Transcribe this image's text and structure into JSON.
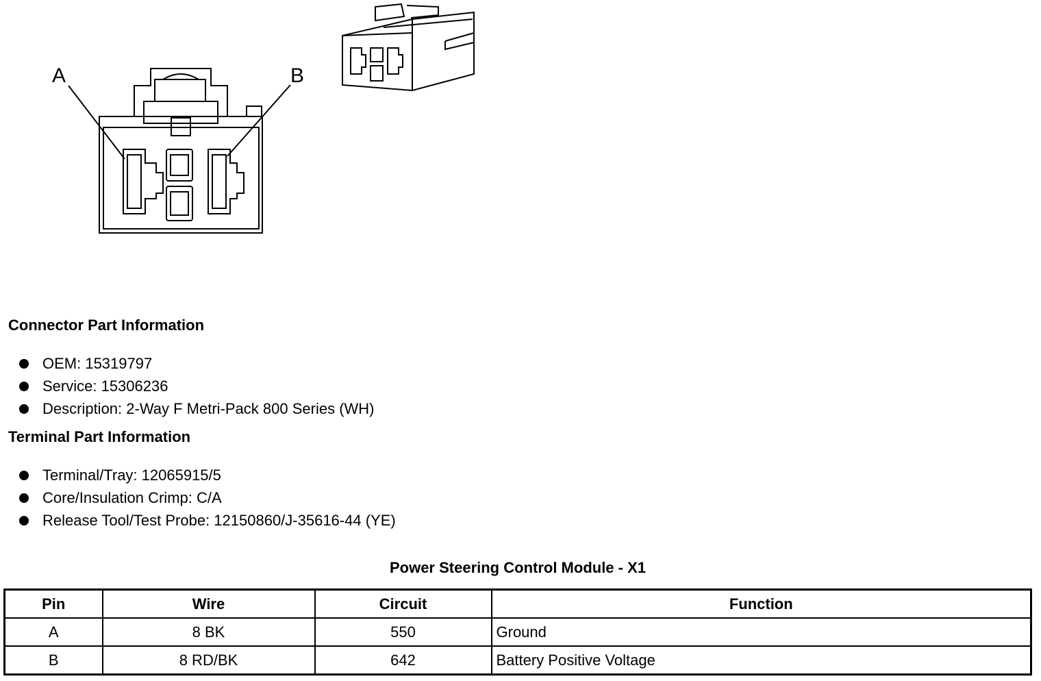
{
  "diagram": {
    "pin_labels": [
      "A",
      "B"
    ]
  },
  "connector_info": {
    "title": "Connector Part Information",
    "items": [
      "OEM: 15319797",
      "Service: 15306236",
      "Description: 2-Way F Metri-Pack 800 Series (WH)"
    ]
  },
  "terminal_info": {
    "title": "Terminal Part Information",
    "items": [
      "Terminal/Tray: 12065915/5",
      "Core/Insulation Crimp: C/A",
      "Release Tool/Test Probe: 12150860/J-35616-44 (YE)"
    ]
  },
  "table": {
    "caption": "Power Steering Control Module - X1",
    "headers": [
      "Pin",
      "Wire",
      "Circuit",
      "Function"
    ],
    "rows": [
      [
        "A",
        "8 BK",
        "550",
        "Ground"
      ],
      [
        "B",
        "8 RD/BK",
        "642",
        "Battery Positive Voltage"
      ]
    ]
  }
}
